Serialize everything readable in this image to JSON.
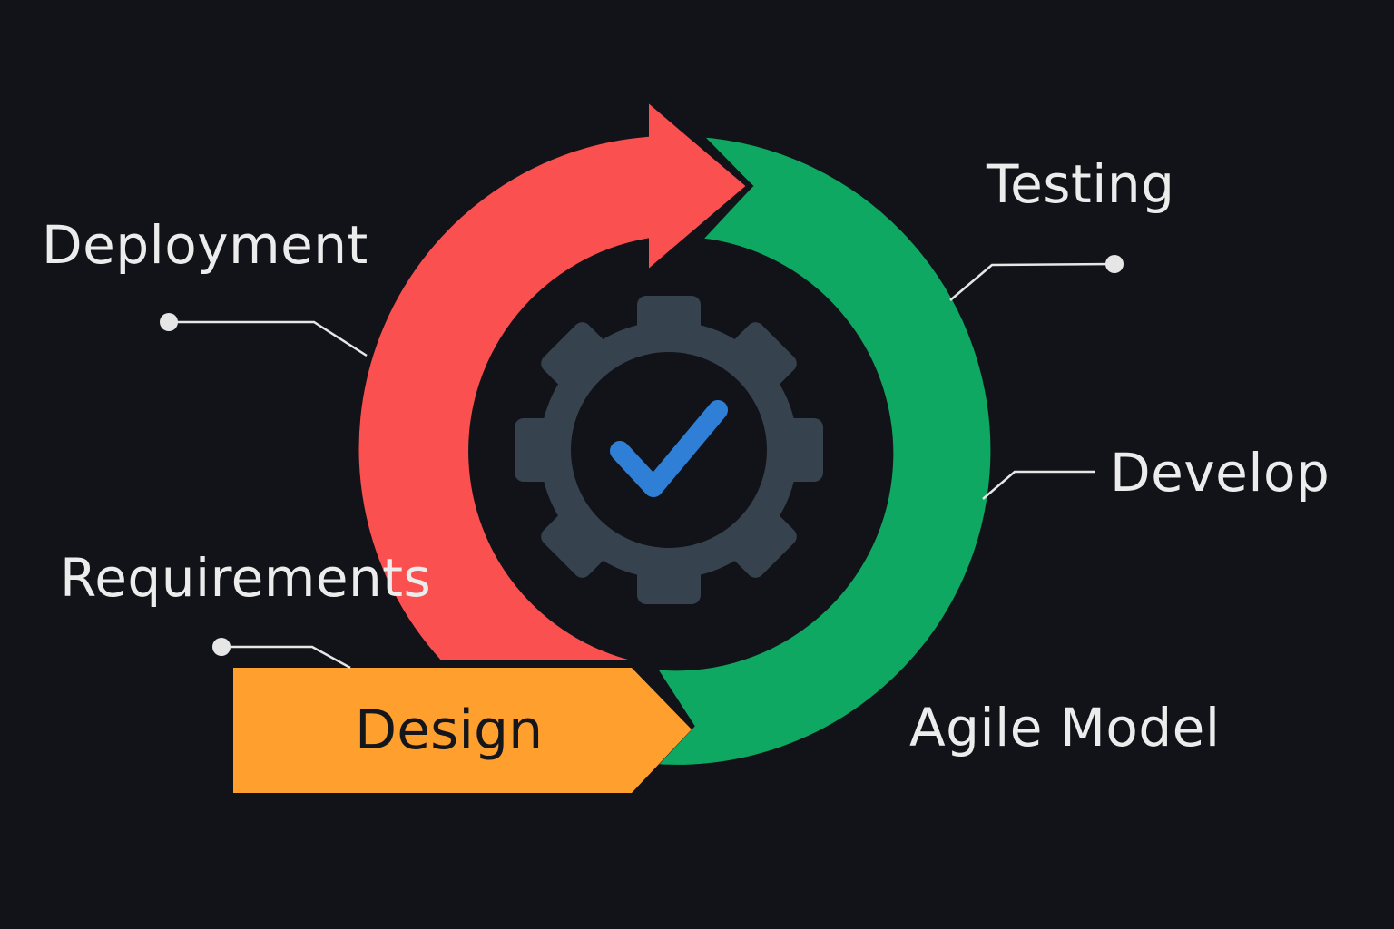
{
  "diagram": {
    "title": "Agile Model",
    "stages": {
      "deployment": "Deployment",
      "testing": "Testing",
      "develop": "Develop",
      "requirements": "Requirements",
      "design": "Design"
    },
    "center_icon": "gear-with-checkmark-icon",
    "colors": {
      "background": "#121319",
      "red_arrow": "#fb5050",
      "green_arc": "#0fa862",
      "orange_banner": "#ffa02e",
      "gear": "#36424e",
      "checkmark": "#2f7fd6",
      "label_text": "#ececec"
    }
  }
}
